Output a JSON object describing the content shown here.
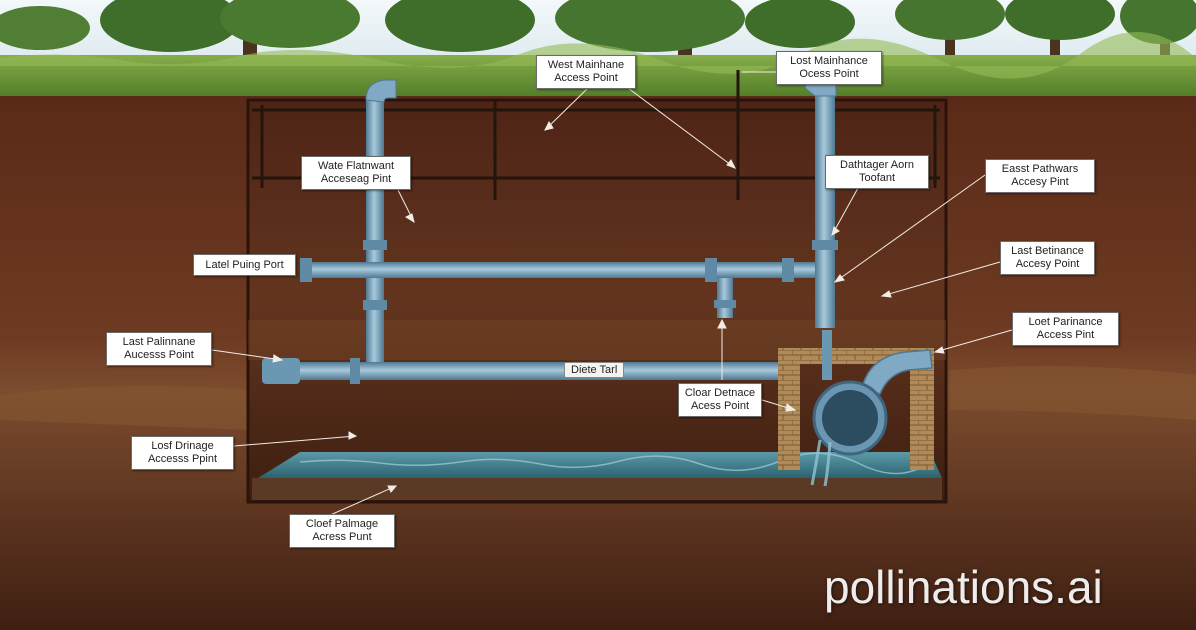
{
  "labels": {
    "west_maintenance": {
      "line1": "West Mainhane",
      "line2": "Access Point"
    },
    "lost_maintenance_top": {
      "line1": "Lost Mainhance",
      "line2": "Ocess Point"
    },
    "water_flashwant": {
      "line1": "Wate Flatnwant",
      "line2": "Acceseag Pint"
    },
    "dathtager_aorn": {
      "line1": "Dathtager Aorn",
      "line2": "Toofant"
    },
    "east_pathwars": {
      "line1": "Easst Pathwars",
      "line2": "Accesy Pint"
    },
    "latel_puing_port": {
      "line1": "Latel Puing Port"
    },
    "last_belinance": {
      "line1": "Last Betinance",
      "line2": "Accesy Point"
    },
    "loet_parinance": {
      "line1": "Loet Parinance",
      "line2": "Access Pint"
    },
    "last_pallnnane": {
      "line1": "Last Palinnane",
      "line2": "Aucesss Point"
    },
    "clear_dethace": {
      "line1": "Cloar Detnace",
      "line2": "Acess Point"
    },
    "lost_drinage": {
      "line1": "Losf Drinage",
      "line2": "Accesss Ppint"
    },
    "cloef_palmage": {
      "line1": "Cloef Palmage",
      "line2": "Acress Punt"
    }
  },
  "pipe_tag": "Diete Tarl",
  "watermark": "pollinations.ai",
  "colors": {
    "sky": "#e9f3f6",
    "grass": "#6f9a3a",
    "soil_dark": "#4a2416",
    "soil_mid": "#6b3a24",
    "soil_light": "#7a4a2c",
    "pipe": "#7fa9c4",
    "pipe_dark": "#4f7892",
    "water": "#3f7d8d",
    "brick": "#a9814f"
  }
}
